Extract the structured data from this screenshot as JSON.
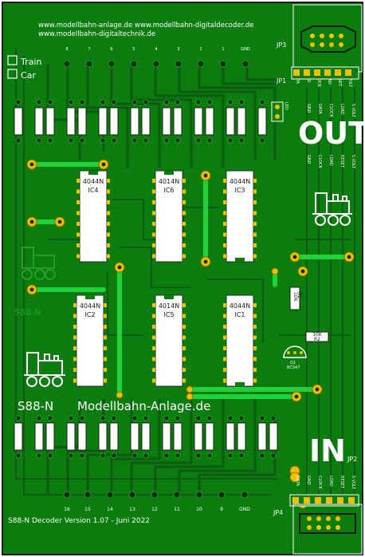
{
  "urls": {
    "line1": "www.modellbahn-anlage.de  www.modellbahn-digitaldecoder.de",
    "line2": "www.modellbahn-digitaltechnik.de"
  },
  "checkboxes": [
    {
      "label": "Train"
    },
    {
      "label": "Car"
    }
  ],
  "top_pin_numbers": [
    "8",
    "7",
    "6",
    "5",
    "4",
    "3",
    "2",
    "1",
    "GND"
  ],
  "bottom_pin_numbers": [
    "16",
    "15",
    "14",
    "13",
    "12",
    "11",
    "10",
    "9",
    "GND"
  ],
  "out_label": "OUT",
  "in_label": "IN",
  "connectors": {
    "jp3": "JP3",
    "jp1": "JP1",
    "jp2": "JP2",
    "jp4": "JP4",
    "pins": [
      "GND",
      "DATA",
      "CLOCK",
      "LOAD",
      "RESET",
      "5 VOLT"
    ],
    "pins_short": [
      "GND",
      "DATA",
      "CLOCK",
      "LOAD",
      "RESET",
      "5 VOLT"
    ]
  },
  "chips": [
    {
      "part": "4044N",
      "ref": "IC4"
    },
    {
      "part": "4014N",
      "ref": "IC6"
    },
    {
      "part": "4044N",
      "ref": "IC3"
    },
    {
      "part": "4044N",
      "ref": "IC2"
    },
    {
      "part": "4014N",
      "ref": "IC5"
    },
    {
      "part": "4044N",
      "ref": "IC1"
    }
  ],
  "components": {
    "r1": "R1",
    "r1_val": "10K",
    "r2": "R2",
    "r2_val": "10K",
    "q1": "Q1",
    "transistor": "BC547",
    "led_label": "LED"
  },
  "title_left": "S88-N",
  "title_right": "Modellbahn-Anlage.de",
  "version": "S88-N Decoder Version 1.07 - Juni 2022"
}
